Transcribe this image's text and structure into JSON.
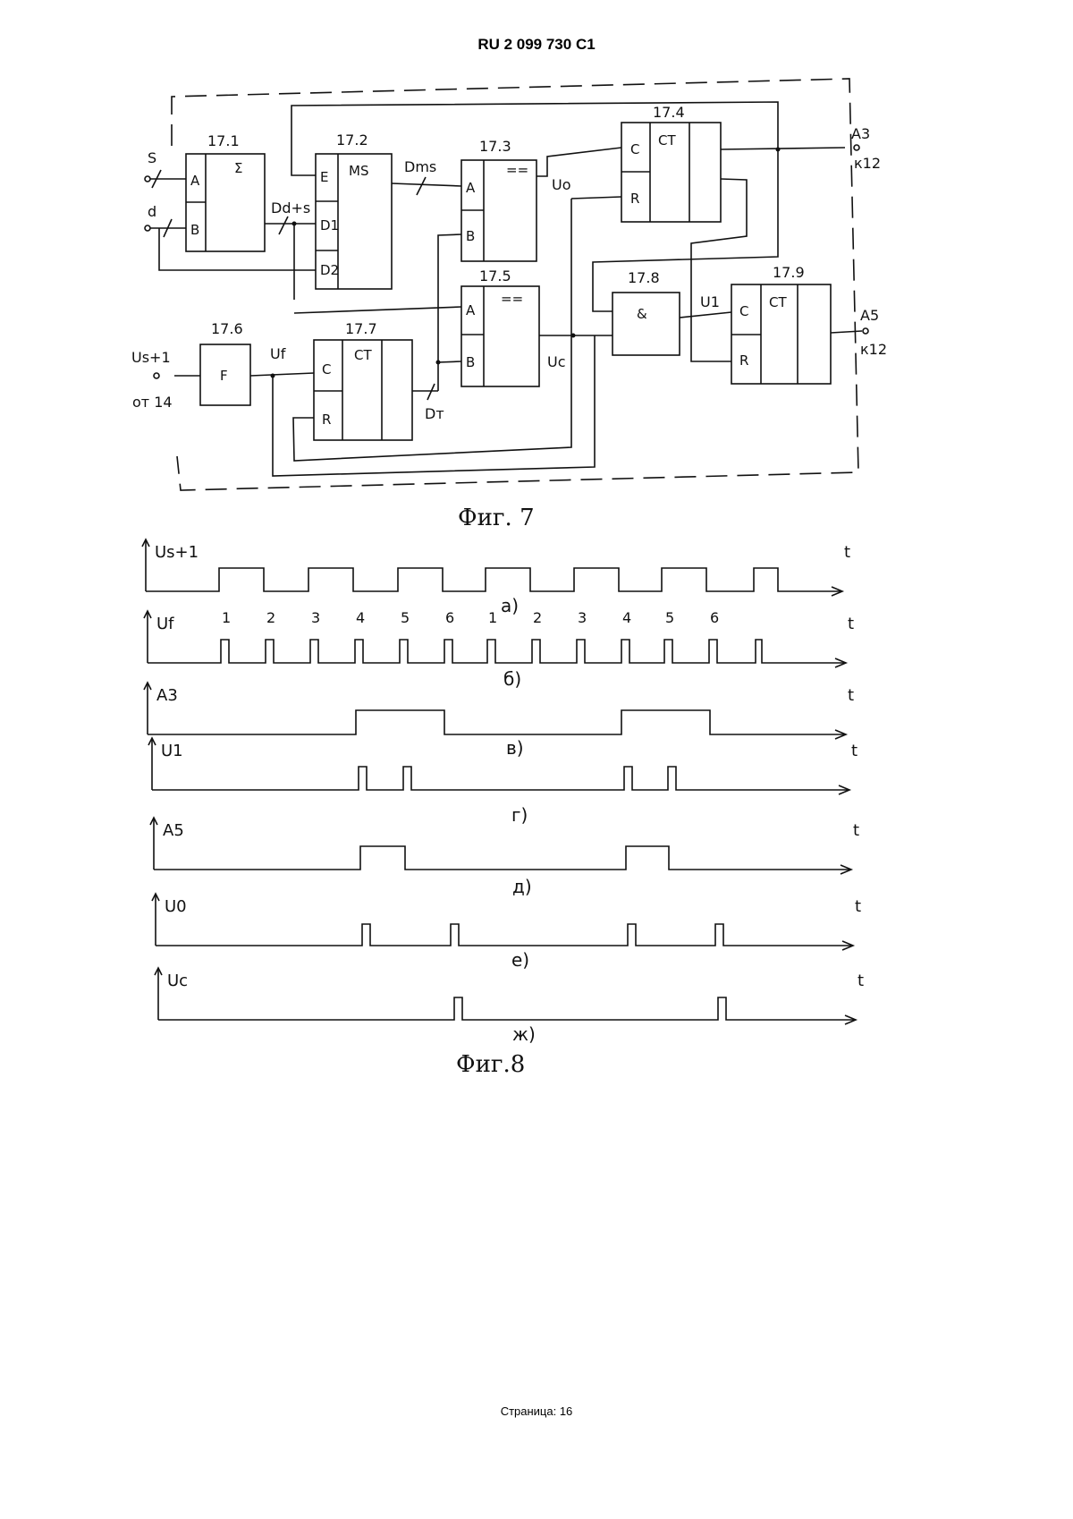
{
  "header": {
    "doc_id": "RU   2 099 730  C1"
  },
  "footer": {
    "page": "Страница: 16"
  },
  "fig7": {
    "caption": "Фиг. 7",
    "blocks": {
      "b171": {
        "id": "17.1",
        "symbol": "Σ",
        "pins": [
          "A",
          "B"
        ]
      },
      "b172": {
        "id": "17.2",
        "symbol": "MS",
        "pins": [
          "E",
          "D1",
          "D2"
        ]
      },
      "b173": {
        "id": "17.3",
        "symbol": "==",
        "pins": [
          "A",
          "B"
        ]
      },
      "b174": {
        "id": "17.4",
        "symbol": "CT",
        "pins": [
          "C",
          "R"
        ]
      },
      "b175": {
        "id": "17.5",
        "symbol": "==",
        "pins": [
          "A",
          "B"
        ]
      },
      "b176": {
        "id": "17.6",
        "symbol": "F"
      },
      "b177": {
        "id": "17.7",
        "symbol": "CT",
        "pins": [
          "C",
          "R"
        ]
      },
      "b178": {
        "id": "17.8",
        "symbol": "&"
      },
      "b179": {
        "id": "17.9",
        "symbol": "CT",
        "pins": [
          "C",
          "R"
        ]
      }
    },
    "signals": {
      "s": "S",
      "d": "d",
      "dds": "Dd+s",
      "dms": "Dms",
      "uo": "Uo",
      "uc": "Uc",
      "uf": "Uf",
      "dt": "Dт",
      "u1": "U1",
      "us1": "Us+1",
      "from14": "от 14",
      "a3": "A3",
      "a3to": "к12",
      "a5": "A5",
      "a5to": "к12"
    }
  },
  "fig8": {
    "caption": "Фиг.8",
    "t_label": "t",
    "uf_ticks": [
      "1",
      "2",
      "3",
      "4",
      "5",
      "6",
      "1",
      "2",
      "3",
      "4",
      "5",
      "6"
    ],
    "rows": [
      {
        "signal": "Us+1",
        "sub": "а)",
        "pulses": [
          [
            245,
            295
          ],
          [
            345,
            395
          ],
          [
            445,
            495
          ],
          [
            543,
            593
          ],
          [
            642,
            692
          ],
          [
            740,
            790
          ],
          [
            843,
            870
          ]
        ]
      },
      {
        "signal": "Uf",
        "sub": "б)",
        "pulses": [
          [
            247,
            256
          ],
          [
            297,
            306
          ],
          [
            347,
            356
          ],
          [
            397,
            406
          ],
          [
            447,
            456
          ],
          [
            497,
            506
          ],
          [
            545,
            554
          ],
          [
            595,
            604
          ],
          [
            645,
            654
          ],
          [
            695,
            704
          ],
          [
            743,
            752
          ],
          [
            793,
            802
          ],
          [
            845,
            852
          ]
        ]
      },
      {
        "signal": "A3",
        "sub": "в)",
        "pulses": [
          [
            398,
            497
          ],
          [
            695,
            794
          ]
        ]
      },
      {
        "signal": "U1",
        "sub": "г)",
        "pulses": [
          [
            401,
            410
          ],
          [
            451,
            460
          ],
          [
            698,
            707
          ],
          [
            747,
            756
          ]
        ]
      },
      {
        "signal": "A5",
        "sub": "д)",
        "pulses": [
          [
            403,
            453
          ],
          [
            700,
            748
          ]
        ]
      },
      {
        "signal": "U0",
        "sub": "е)",
        "pulses": [
          [
            405,
            414
          ],
          [
            504,
            513
          ],
          [
            702,
            711
          ],
          [
            800,
            809
          ]
        ]
      },
      {
        "signal": "Uc",
        "sub": "ж)",
        "pulses": [
          [
            508,
            517
          ],
          [
            803,
            812
          ]
        ]
      }
    ]
  }
}
